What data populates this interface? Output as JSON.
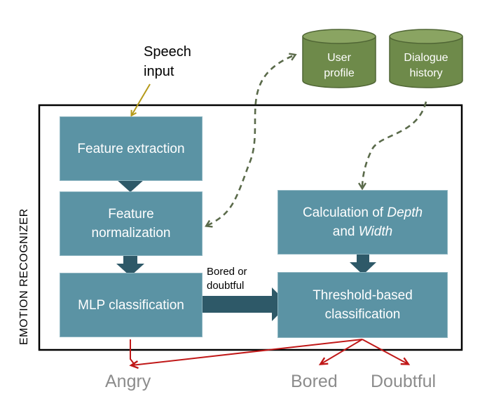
{
  "diagram": {
    "container_label": "EMOTION RECOGNIZER",
    "input_label": [
      "Speech",
      "input"
    ],
    "databases": {
      "user_profile": [
        "User",
        "profile"
      ],
      "dialogue_history": [
        "Dialogue",
        "history"
      ]
    },
    "boxes": {
      "feature_extraction": [
        "Feature extraction"
      ],
      "feature_normalization": [
        "Feature",
        "normalization"
      ],
      "mlp_classification": [
        "MLP classification"
      ],
      "calculation": {
        "line1_prefix": "Calculation of ",
        "line1_italic": "Depth",
        "line2_prefix": "and ",
        "line2_italic": "Width"
      },
      "threshold_classification": [
        "Threshold-based",
        "classification"
      ]
    },
    "edge_label": [
      "Bored or",
      "doubtful"
    ],
    "outcomes": {
      "angry": "Angry",
      "bored": "Bored",
      "doubtful": "Doubtful"
    },
    "colors": {
      "box_fill": "#5b93a4",
      "box_arrow": "#2e5968",
      "database_fill": "#6e8a4a",
      "dashed_link": "#5a6a4a",
      "input_arrow": "#b59a1a",
      "outcome_arrow": "#c01818",
      "outcome_text": "#8c8c8c"
    }
  }
}
